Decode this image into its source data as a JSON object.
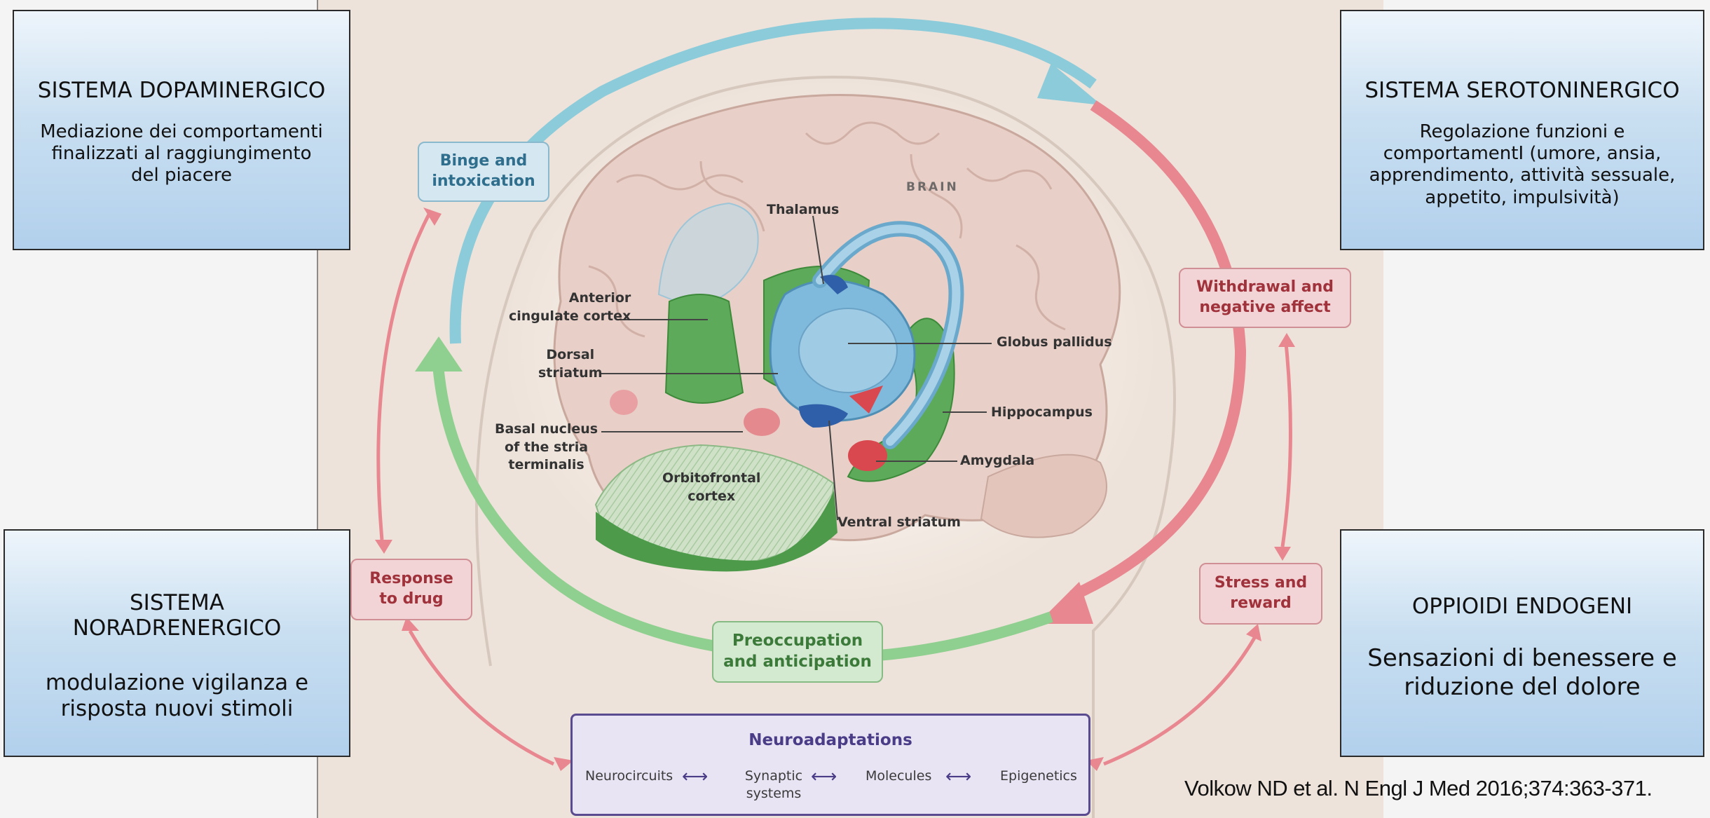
{
  "boxes": {
    "dopaminergic": {
      "title": "SISTEMA DOPAMINERGICO",
      "text": "Mediazione dei comportamenti finalizzati al raggiungimento del piacere"
    },
    "serotonergic": {
      "title": "SISTEMA SEROTONINERGICO",
      "text": "Regolazione funzioni e comportamentI (umore, ansia, apprendimento, attività sessuale, appetito, impulsività)"
    },
    "noradrenergic": {
      "title": "SISTEMA NORADRENERGICO",
      "text": "modulazione vigilanza e risposta nuovi stimoli"
    },
    "opioids": {
      "title": "OPPIOIDI ENDOGENI",
      "text": "Sensazioni di benessere e riduzione del dolore"
    }
  },
  "cycle": {
    "binge": "Binge and\nintoxication",
    "withdrawal": "Withdrawal and\nnegative affect",
    "response": "Response\nto drug",
    "stress": "Stress and\nreward",
    "preoccupation": "Preoccupation\nand anticipation"
  },
  "neuro": {
    "title": "Neuroadaptations",
    "items": [
      "Neurocircuits",
      "Synaptic\nsystems",
      "Molecules",
      "Epigenetics"
    ]
  },
  "regions": {
    "brain": "BRAIN",
    "thalamus": "Thalamus",
    "acc": "Anterior\ncingulate cortex",
    "dorsal_striatum": "Dorsal\nstriatum",
    "basal_nucleus": "Basal nucleus\nof the stria\nterminalis",
    "ofc": "Orbitofrontal\ncortex",
    "globus_pallidus": "Globus pallidus",
    "hippocampus": "Hippocampus",
    "amygdala": "Amygdala",
    "ventral_striatum": "Ventral striatum"
  },
  "citation": "Volkow ND et al. N Engl J Med 2016;374:363-371.",
  "colors": {
    "cycle_blue": "#8ccbd9",
    "cycle_red": "#e8878f",
    "cycle_green": "#8fcf8f",
    "neuro_purple": "#5a4a90"
  }
}
